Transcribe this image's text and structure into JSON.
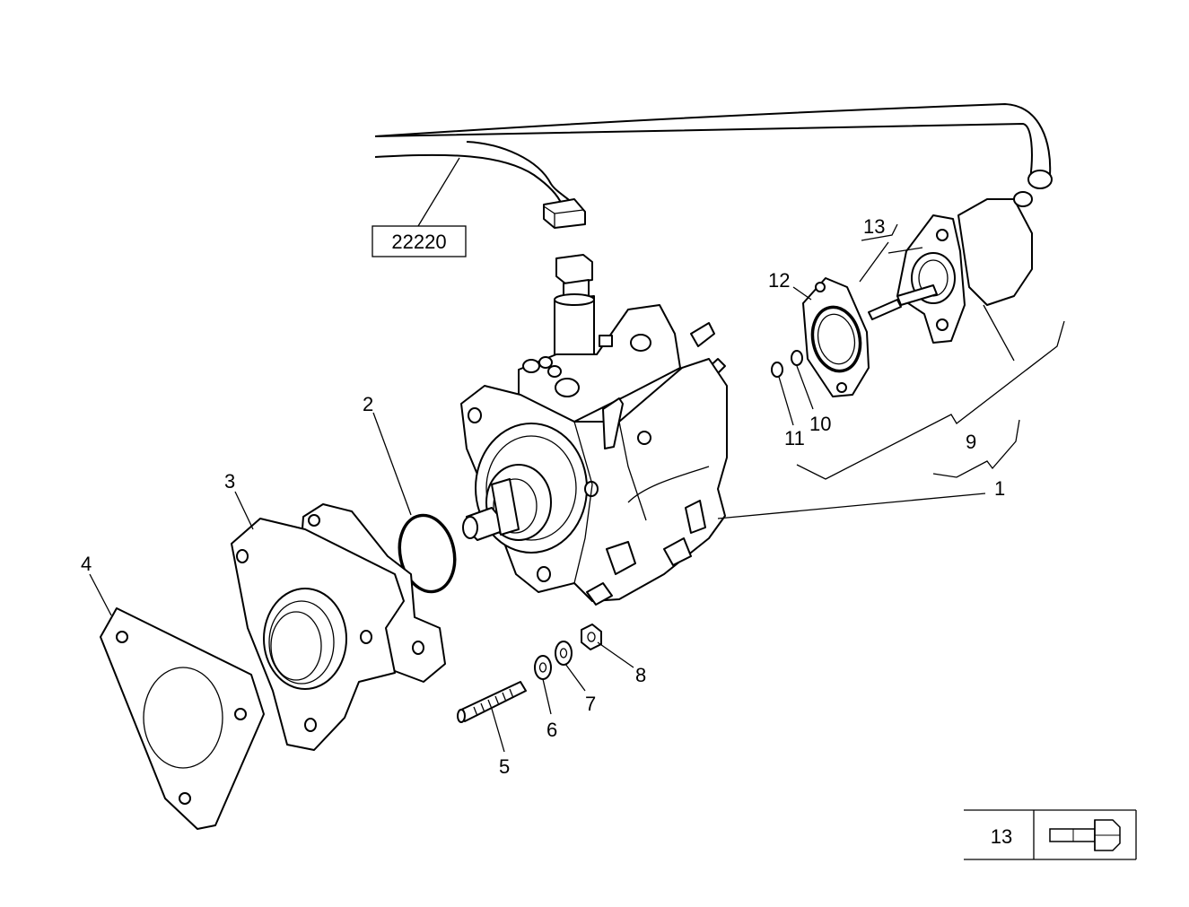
{
  "diagram": {
    "reference_box": {
      "code": "22220"
    },
    "callouts": [
      {
        "id": "1",
        "text": "1"
      },
      {
        "id": "2",
        "text": "2"
      },
      {
        "id": "3",
        "text": "3"
      },
      {
        "id": "4",
        "text": "4"
      },
      {
        "id": "5",
        "text": "5"
      },
      {
        "id": "6",
        "text": "6"
      },
      {
        "id": "7",
        "text": "7"
      },
      {
        "id": "8",
        "text": "8"
      },
      {
        "id": "9",
        "text": "9"
      },
      {
        "id": "10",
        "text": "10"
      },
      {
        "id": "11",
        "text": "11"
      },
      {
        "id": "12",
        "text": "12"
      },
      {
        "id": "13",
        "text": "13"
      }
    ],
    "legend": {
      "number": "13",
      "icon": "bolt-icon"
    }
  }
}
